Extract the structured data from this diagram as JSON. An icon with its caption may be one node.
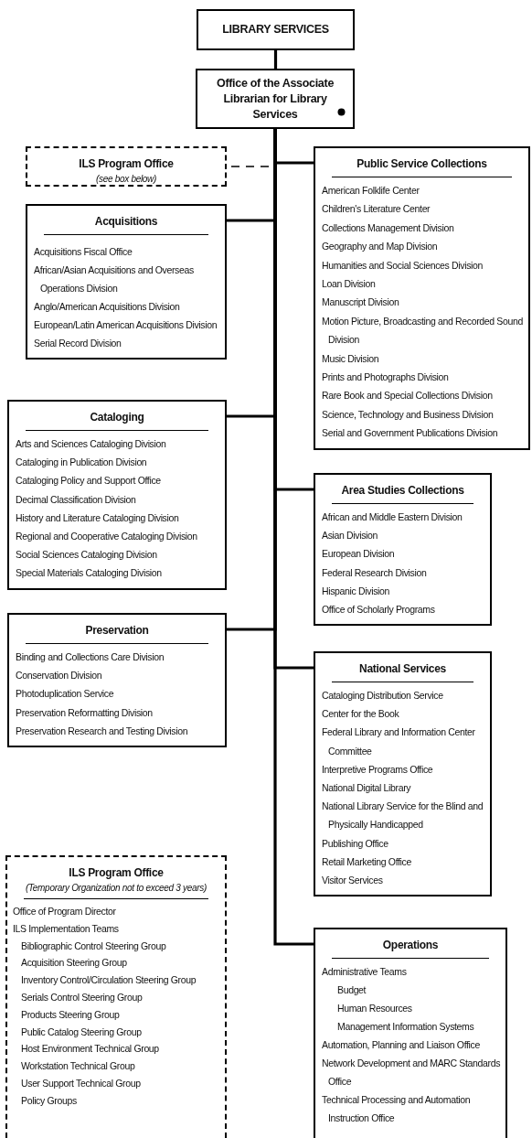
{
  "diagram": {
    "nodes": [
      {
        "text": [
          "LIBRARY SERVICES"
        ]
      },
      {
        "text": [
          "Office of the Associate Librarian for Library Services"
        ]
      },
      {
        "text": [
          "ILS Program Office",
          "(see box below)"
        ]
      },
      {
        "text": [
          "Public Service Collections",
          "American Folklife Center",
          "Children's Literature Center",
          "Collections Management Division",
          "Geography and Map Division",
          "Humanities and Social Sciences Division",
          "Loan Division",
          "Manuscript Division",
          "Motion Picture, Broadcasting and Recorded Sound Division",
          "Music Division",
          "Prints and Photographs Division",
          "Rare Book and Special Collections Division",
          "Science, Technology and Business Division",
          "Serial and Government Publications Division"
        ]
      },
      {
        "text": [
          "Acquisitions",
          "Acquisitions Fiscal Office",
          "African/Asian Acquisitions and Overseas Operations Division",
          "Anglo/American Acquisitions Division",
          "European/Latin American Acquisitions Division",
          "Serial Record Division"
        ]
      },
      {
        "text": [
          "Cataloging",
          "Arts and Sciences Cataloging Division",
          "Cataloging in Publication Division",
          "Cataloging Policy and Support Office",
          "Decimal Classification Division",
          "History and Literature Cataloging Division",
          "Regional and Cooperative Cataloging Division",
          "Social Sciences Cataloging Division",
          "Special Materials Cataloging Division"
        ]
      },
      {
        "text": [
          "Area Studies Collections",
          "African and Middle Eastern Division",
          "Asian Division",
          "European Division",
          "Federal Research Division",
          "Hispanic Division",
          "Office of Scholarly Programs"
        ]
      },
      {
        "text": [
          "Preservation",
          "Binding and Collections Care Division",
          "Conservation Division",
          "Photoduplication Service",
          "Preservation Reformatting Division",
          "Preservation Research and Testing Division"
        ]
      },
      {
        "text": [
          "National Services",
          "Cataloging Distribution Service",
          "Center for the Book",
          "Federal Library and Information Center Committee",
          "Interpretive Programs Office",
          "National Digital Library",
          "National Library Service for the Blind and Physically Handicapped",
          "Publishing Office",
          "Retail Marketing Office",
          "Visitor Services"
        ]
      },
      {
        "text": [
          "ILS Program Office",
          "(Temporary Organization not to exceed 3 years)",
          "Office of Program Director",
          "ILS Implementation Teams",
          "Bibliographic Control Steering Group",
          "Acquisition Steering Group",
          "Inventory Control/Circulation Steering Group",
          "Serials Control Steering Group",
          "Products Steering Group",
          "Public Catalog Steering Group",
          "Host Environment Technical Group",
          "Workstation Technical Group",
          "User Support Technical Group",
          "Policy Groups"
        ]
      },
      {
        "text": [
          "Operations",
          "Administrative Teams",
          "Budget",
          "Human Resources",
          "Management Information Systems",
          "Automation, Planning and Liaison Office",
          "Network Development and MARC Standards Office",
          "Technical Processing and Automation Instruction Office"
        ]
      }
    ],
    "edges": [
      {
        "from": 0,
        "to": 1,
        "arrow": "none"
      },
      {
        "from": 1,
        "to": 2,
        "arrow": "none",
        "style": "dashed"
      },
      {
        "from": 1,
        "to": 3,
        "arrow": "none"
      },
      {
        "from": 1,
        "to": 4,
        "arrow": "none"
      },
      {
        "from": 1,
        "to": 5,
        "arrow": "none"
      },
      {
        "from": 1,
        "to": 6,
        "arrow": "none"
      },
      {
        "from": 1,
        "to": 7,
        "arrow": "none"
      },
      {
        "from": 1,
        "to": 8,
        "arrow": "none"
      },
      {
        "from": 1,
        "to": 10,
        "arrow": "none"
      }
    ]
  }
}
